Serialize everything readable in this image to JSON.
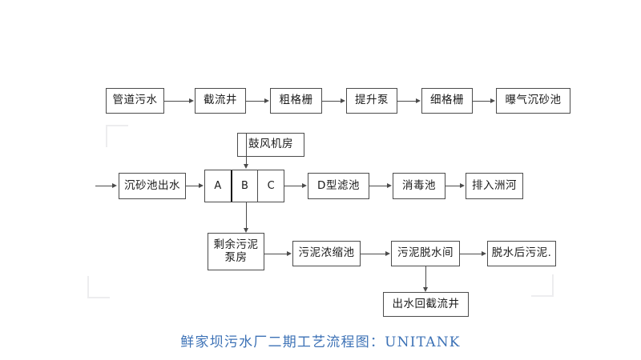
{
  "diagram": {
    "caption": "鲜家坝污水厂二期工艺流程图：UNITANK",
    "caption_color": "#3d72b6",
    "line_color": "#4b4b4b",
    "box_border_color": "#4c4c4c",
    "background": "#ffffff",
    "rows": {
      "row1": [
        {
          "id": "pipe-sewage",
          "label": "管道污水"
        },
        {
          "id": "intercept-well",
          "label": "截流井"
        },
        {
          "id": "coarse-screen",
          "label": "粗格栅"
        },
        {
          "id": "lift-pump",
          "label": "提升泵"
        },
        {
          "id": "fine-screen",
          "label": "细格栅"
        },
        {
          "id": "aerated-grit",
          "label": "曝气沉砂池"
        }
      ],
      "row2": [
        {
          "id": "grit-effluent",
          "label": "沉砂池出水"
        },
        {
          "id": "d-filter",
          "label": "D型滤池"
        },
        {
          "id": "disinfect",
          "label": "消毒池"
        },
        {
          "id": "discharge",
          "label": "排入洲河"
        }
      ],
      "row3": [
        {
          "id": "sludge-pump",
          "label": "剩余污泥\n泵房"
        },
        {
          "id": "sludge-thicken",
          "label": "污泥浓缩池"
        },
        {
          "id": "sludge-dewater",
          "label": "污泥脱水间"
        },
        {
          "id": "dewatered-sludge",
          "label": "脱水后污泥."
        }
      ],
      "row4": [
        {
          "id": "return-water",
          "label": "出水回截流井"
        }
      ]
    },
    "blower": {
      "id": "blower-room",
      "label": "鼓风机房"
    },
    "tank": {
      "id": "unitank",
      "cells": [
        {
          "id": "tank-a",
          "label": "A"
        },
        {
          "id": "tank-b",
          "label": "B"
        },
        {
          "id": "tank-c",
          "label": "C"
        }
      ]
    }
  }
}
